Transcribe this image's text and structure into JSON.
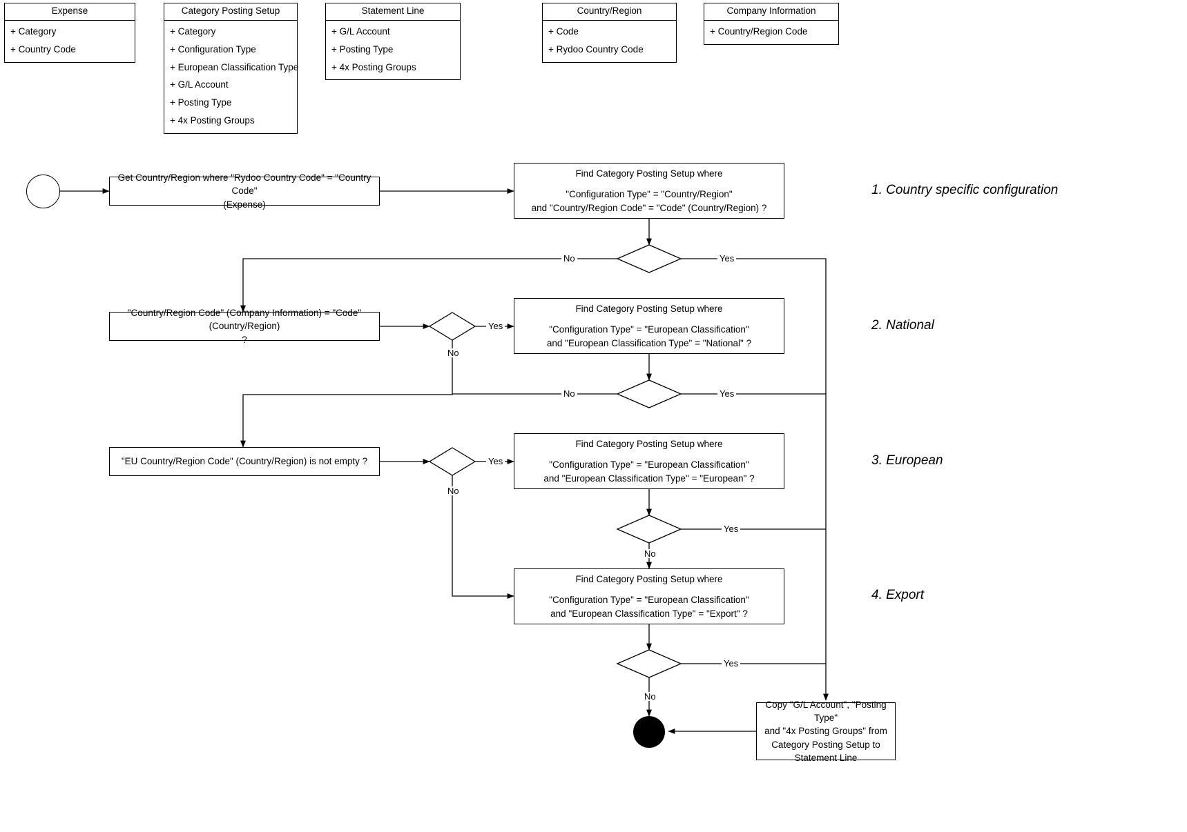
{
  "diagram": {
    "title": "Category Posting Setup resolution flow",
    "stroke_color": "#000000",
    "background_color": "#ffffff"
  },
  "class_boxes": [
    {
      "name": "Expense",
      "attributes": [
        "+ Category",
        "+ Country Code"
      ]
    },
    {
      "name": "Category Posting Setup",
      "attributes": [
        "+ Category",
        "+ Configuration Type",
        "+ European Classification Type",
        "+ G/L Account",
        "+ Posting Type",
        "+ 4x Posting Groups"
      ]
    },
    {
      "name": "Statement Line",
      "attributes": [
        "+ G/L Account",
        "+ Posting Type",
        "+ 4x Posting Groups"
      ]
    },
    {
      "name": "Country/Region",
      "attributes": [
        "+ Code",
        "+ Rydoo Country Code"
      ]
    },
    {
      "name": "Company Information",
      "attributes": [
        "+ Country/Region Code"
      ]
    }
  ],
  "nodes": {
    "start": {
      "label": ""
    },
    "get_country_region": {
      "line1": "Get Country/Region where \"Rydoo Country Code\" = \"Country Code\"",
      "line2": "(Expense)"
    },
    "find_country_region": {
      "line1": "Find Category Posting Setup where",
      "line2": "\"Configuration Type\" = \"Country/Region\"",
      "line3": "and \"Country/Region Code\" = \"Code\" (Country/Region) ?"
    },
    "company_info_check": {
      "line1": "\"Country/Region Code\" (Company Information) = \"Code\" (Country/Region)",
      "line2": "?"
    },
    "find_national": {
      "line1": "Find Category Posting Setup where",
      "line2": "\"Configuration Type\" = \"European Classification\"",
      "line3": "and \"European Classification Type\" = \"National\" ?"
    },
    "eu_code_check": {
      "line1": "\"EU Country/Region Code\" (Country/Region) is not empty ?"
    },
    "find_european": {
      "line1": "Find Category Posting Setup where",
      "line2": "\"Configuration Type\" = \"European Classification\"",
      "line3": "and \"European Classification Type\" = \"European\" ?"
    },
    "find_export": {
      "line1": "Find Category Posting Setup where",
      "line2": "\"Configuration Type\" = \"European Classification\"",
      "line3": "and \"European Classification Type\" = \"Export\" ?"
    },
    "copy_result": {
      "line1": "Copy \"G/L Account\", \"Posting Type\"",
      "line2": "and \"4x Posting Groups\" from",
      "line3": "Category Posting Setup to",
      "line4": "Statement Line"
    },
    "end": {
      "label": ""
    }
  },
  "edge_labels": {
    "d1_no": "No",
    "d1_yes": "Yes",
    "d2_yes": "Yes",
    "d2_no": "No",
    "d3_no": "No",
    "d3_yes": "Yes",
    "d4_yes": "Yes",
    "d4_no": "No",
    "d5_yes": "Yes",
    "d5_no": "No",
    "d6_yes": "Yes",
    "d6_no": "No"
  },
  "swimlanes": [
    {
      "label": "1. Country specific configuration"
    },
    {
      "label": "2. National"
    },
    {
      "label": "3. European"
    },
    {
      "label": "4. Export"
    }
  ]
}
